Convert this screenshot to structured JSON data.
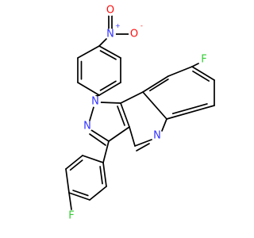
{
  "molecule": {
    "colors": {
      "bond": "#000000",
      "N": "#3333ff",
      "O": "#ff0d0d",
      "F": "#33cc33",
      "background": "#ffffff"
    },
    "labels": {
      "nitro_n": "N",
      "nitro_n_charge": "+",
      "nitro_o_top": "O",
      "nitro_o_right": "O",
      "nitro_o_charge": "-",
      "n1": "N",
      "n2": "N",
      "n5": "N",
      "f8": "F",
      "f_para": "F"
    }
  }
}
